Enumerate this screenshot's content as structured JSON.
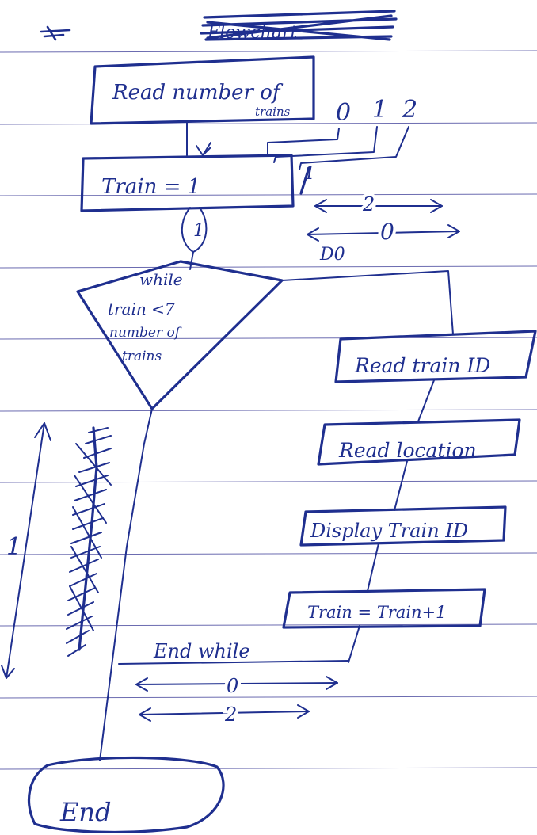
{
  "title_scribble": "Flowchart",
  "nodes": {
    "read_number": {
      "line1": "Read number of",
      "line2": "trains"
    },
    "train_init": {
      "text": "Train = 1"
    },
    "while_decision": {
      "line1": "while",
      "line2": "train <7",
      "line3": "number of",
      "line4": "trains"
    },
    "read_train_id": {
      "text": "Read train ID"
    },
    "read_location": {
      "text": "Read location"
    },
    "display_train_id": {
      "text": "Display Train ID"
    },
    "increment": {
      "text": "Train = Train+1"
    },
    "end_while": {
      "text": "End while"
    },
    "end": {
      "text": "End"
    }
  },
  "annotations": {
    "top_digits": [
      "0",
      "1",
      "2"
    ],
    "mark_one": "1",
    "loop_marker": "1",
    "arrow_2_top": "2",
    "arrow_0_top": "0",
    "d_zero": "D0",
    "arrow_0_bottom": "0",
    "arrow_2_bottom": "2",
    "side_one": "1"
  },
  "colors": {
    "ink": "#1f2f8f",
    "rules": "#6b6bb0",
    "paper": "#ffffff"
  }
}
